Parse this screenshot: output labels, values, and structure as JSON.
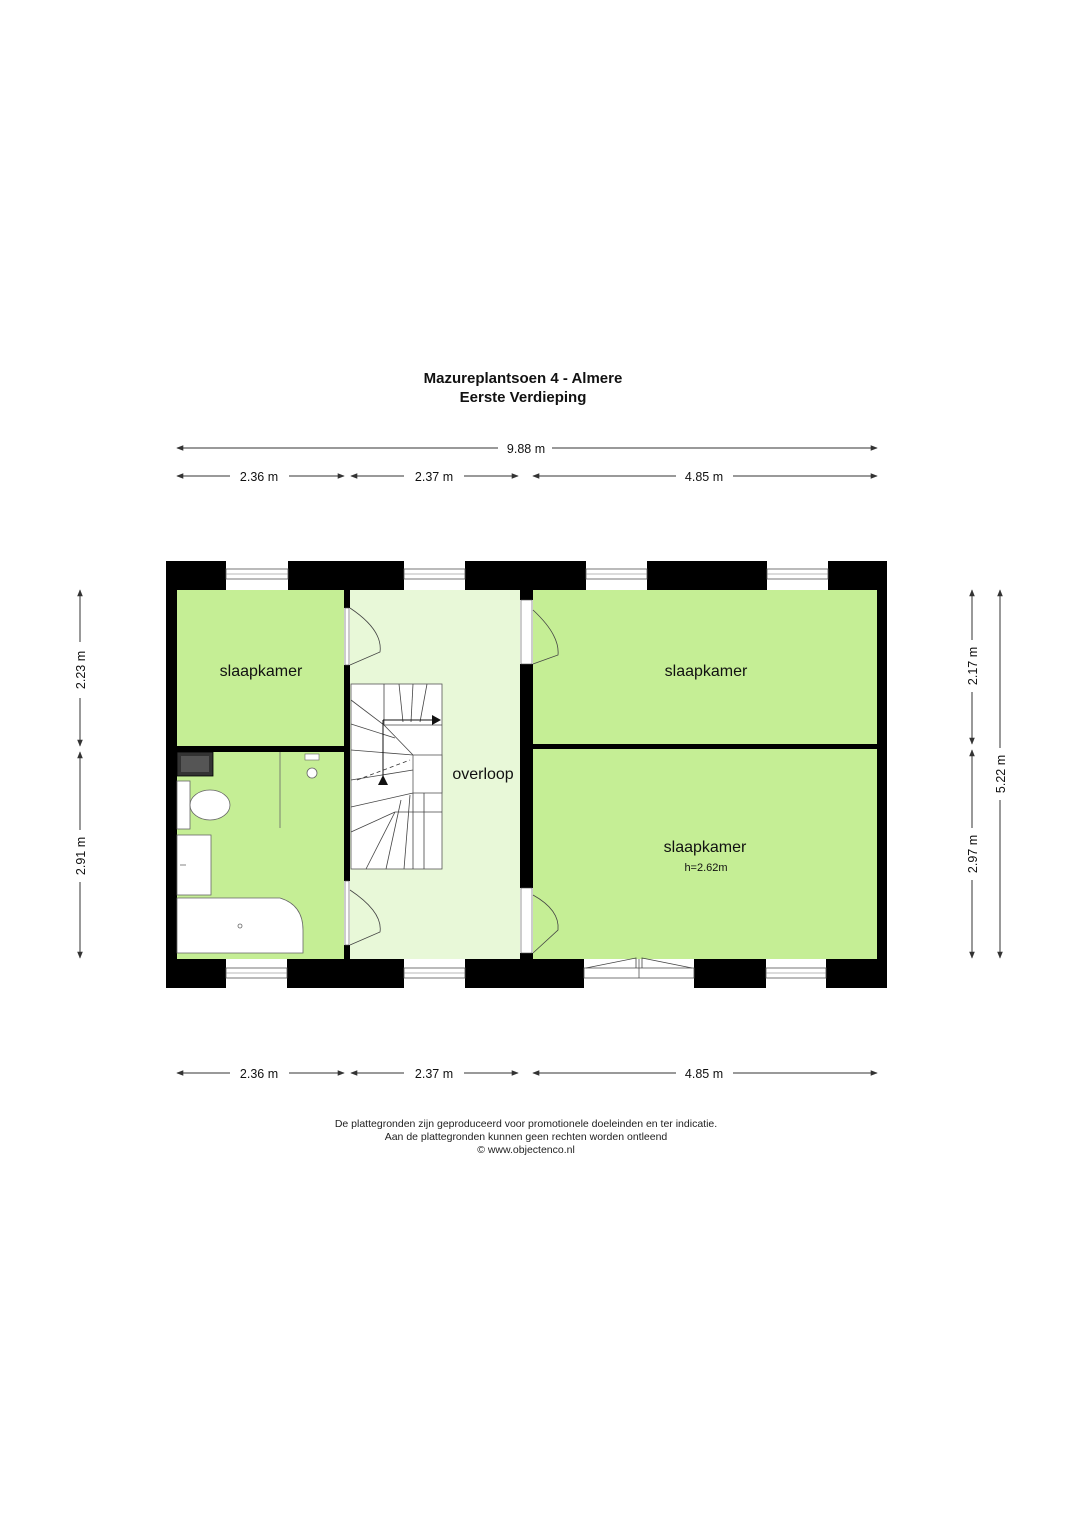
{
  "header": {
    "title": "Mazureplantsoen 4 - Almere",
    "subtitle": "Eerste Verdieping"
  },
  "dimensions": {
    "top_total": "9.88 m",
    "top": [
      "2.36 m",
      "2.37 m",
      "4.85 m"
    ],
    "bottom": [
      "2.36 m",
      "2.37 m",
      "4.85 m"
    ],
    "left": [
      "2.23 m",
      "2.91 m"
    ],
    "right": [
      "2.17 m",
      "2.97 m"
    ],
    "right_total": "5.22 m"
  },
  "rooms": {
    "bedroom_1": "slaapkamer",
    "bedroom_2": "slaapkamer",
    "bedroom_3": "slaapkamer",
    "bedroom_3_height": "h=2.62m",
    "landing": "overloop"
  },
  "colors": {
    "room_fill": "#c5ee95",
    "landing_fill": "#e8f8d8",
    "wall": "#000000"
  },
  "footer": {
    "line1": "De plattegronden zijn geproduceerd voor promotionele doeleinden en ter indicatie.",
    "line2": "Aan de plattegronden kunnen geen rechten worden ontleend",
    "line3": "© www.objectenco.nl"
  }
}
